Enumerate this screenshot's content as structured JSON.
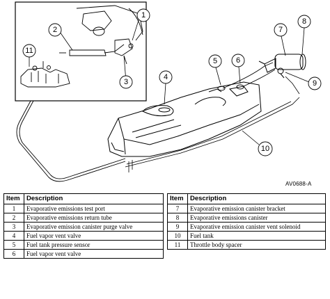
{
  "callouts": [
    "1",
    "2",
    "3",
    "4",
    "5",
    "6",
    "7",
    "8",
    "9",
    "10",
    "11"
  ],
  "figure_code": "AV0688-A",
  "legend": {
    "header_item": "Item",
    "header_description": "Description",
    "left": [
      {
        "item": "1",
        "description": "Evaporative emissions test port"
      },
      {
        "item": "2",
        "description": "Evaporative emissions return tube"
      },
      {
        "item": "3",
        "description": "Evaporative emission canister purge valve"
      },
      {
        "item": "4",
        "description": "Fuel vapor vent valve"
      },
      {
        "item": "5",
        "description": "Fuel tank pressure sensor"
      },
      {
        "item": "6",
        "description": "Fuel vapor vent valve"
      }
    ],
    "right": [
      {
        "item": "7",
        "description": "Evaporative emission canister bracket"
      },
      {
        "item": "8",
        "description": "Evaporative emissions canister"
      },
      {
        "item": "9",
        "description": "Evaporative emission canister vent solenoid"
      },
      {
        "item": "10",
        "description": "Fuel tank"
      },
      {
        "item": "11",
        "description": "Throttle body spacer"
      }
    ]
  }
}
